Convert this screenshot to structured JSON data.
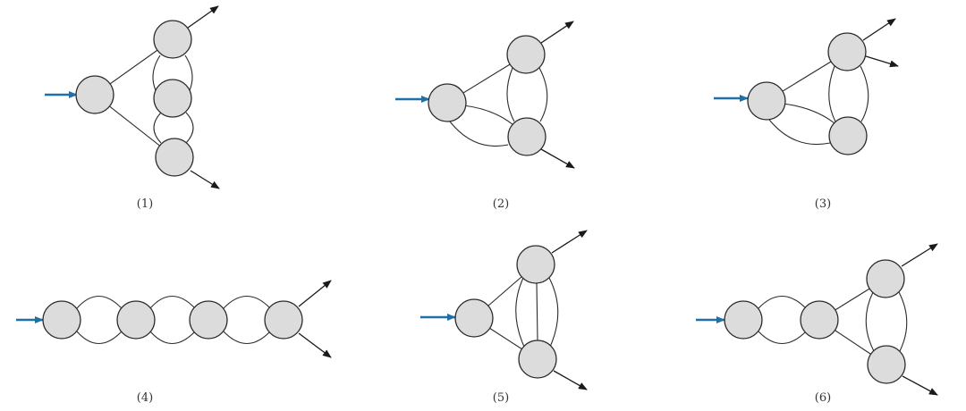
{
  "colors": {
    "input_arrow": "#1f6fa8",
    "node_fill": "#dcdcdc",
    "stroke": "#2b2b2b"
  },
  "diagrams": [
    {
      "label": "(1)"
    },
    {
      "label": "(2)"
    },
    {
      "label": "(3)"
    },
    {
      "label": "(4)"
    },
    {
      "label": "(5)"
    },
    {
      "label": "(6)"
    }
  ]
}
